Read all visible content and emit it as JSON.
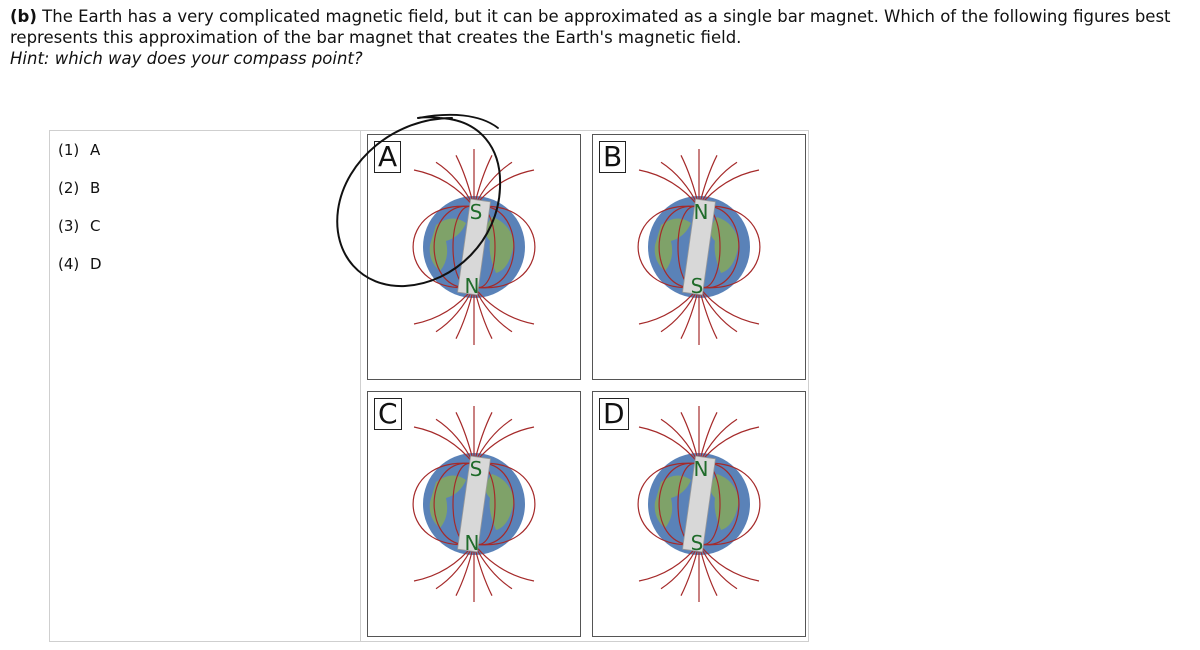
{
  "question": {
    "prefix": "(b)",
    "text": " The Earth has a very complicated magnetic field, but it can be approximated as a single bar magnet.  Which of the following figures best represents this approximation of the bar magnet that creates the Earth's magnetic field.",
    "hint": "Hint: which way does your compass point?"
  },
  "choices": [
    {
      "num": "(1)",
      "label": "A"
    },
    {
      "num": "(2)",
      "label": "B"
    },
    {
      "num": "(3)",
      "label": "C"
    },
    {
      "num": "(4)",
      "label": "D"
    }
  ],
  "panels": [
    {
      "letter": "A",
      "top_pole": "S",
      "bottom_pole": "N"
    },
    {
      "letter": "B",
      "top_pole": "N",
      "bottom_pole": "S"
    },
    {
      "letter": "C",
      "top_pole": "S",
      "bottom_pole": "N"
    },
    {
      "letter": "D",
      "top_pole": "N",
      "bottom_pole": "S"
    }
  ],
  "colors": {
    "field_line": "#a52a2a",
    "ocean": "#5a82b8",
    "land": "#86a85a",
    "magnet": "#d8d8d8",
    "pole_text": "#1f6b2a",
    "annotation": "#111111"
  },
  "annotation": {
    "circled_choice": "A"
  }
}
